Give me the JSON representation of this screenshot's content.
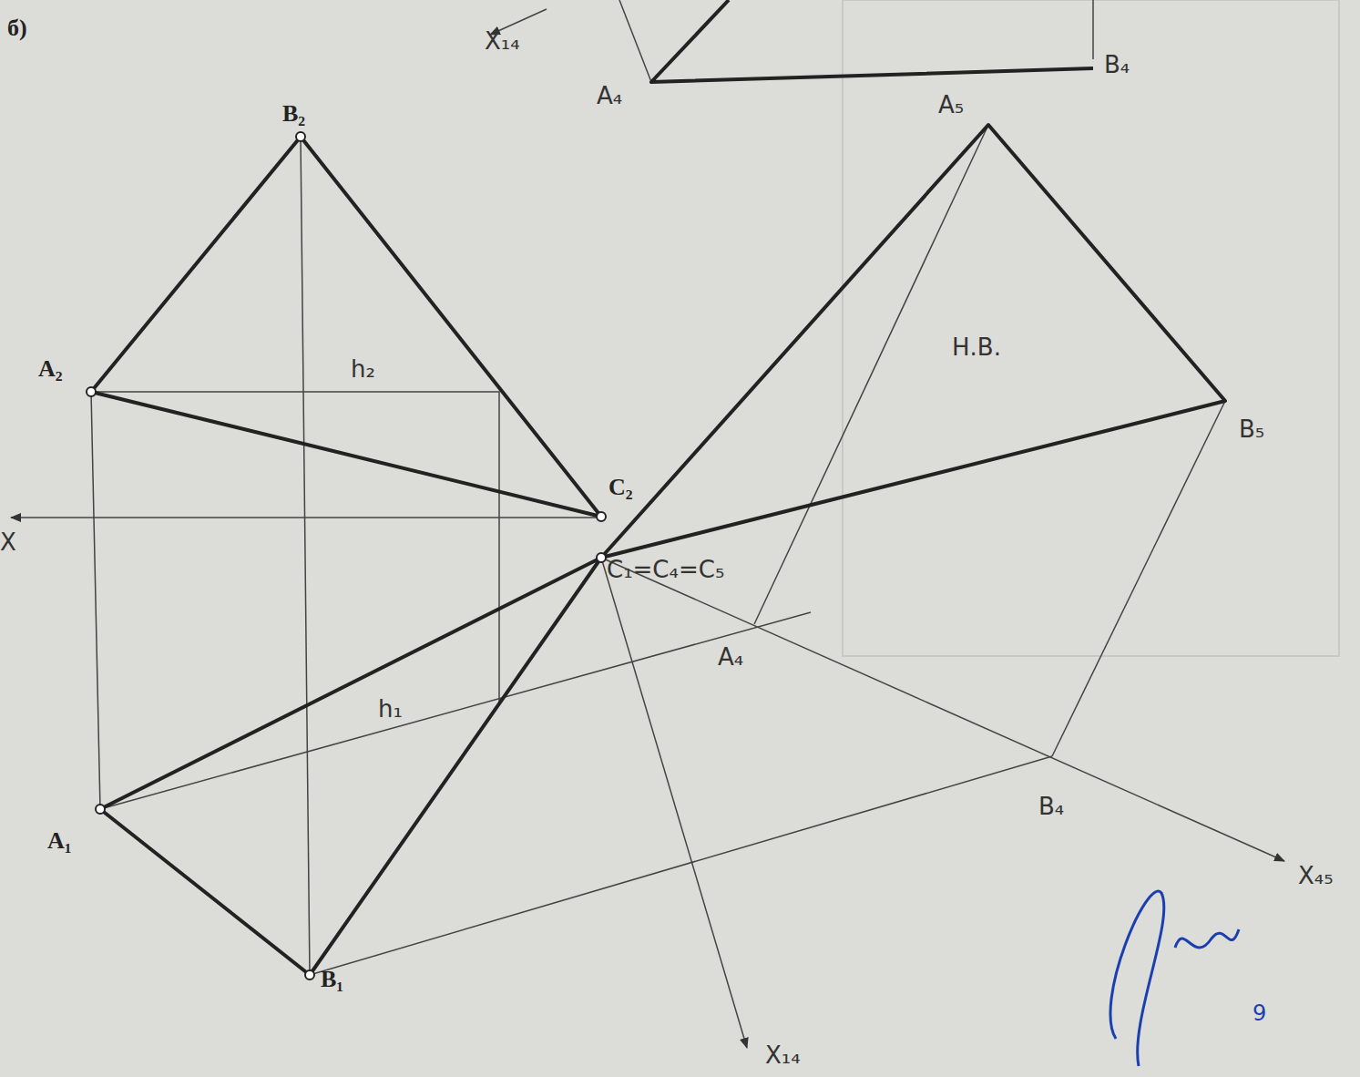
{
  "diagram": {
    "labels": [
      "б)",
      "X₁₄",
      "A₄",
      "B₄",
      "A₅",
      "B₂",
      "A₂",
      "h₂",
      "C₂",
      "X",
      "Н.В.",
      "B₅",
      "C₁=C₄=C₅",
      "A₄",
      "h₁",
      "A₁",
      "B₁",
      "B₄",
      "X₄₅",
      "X₁₄",
      "9"
    ]
  }
}
